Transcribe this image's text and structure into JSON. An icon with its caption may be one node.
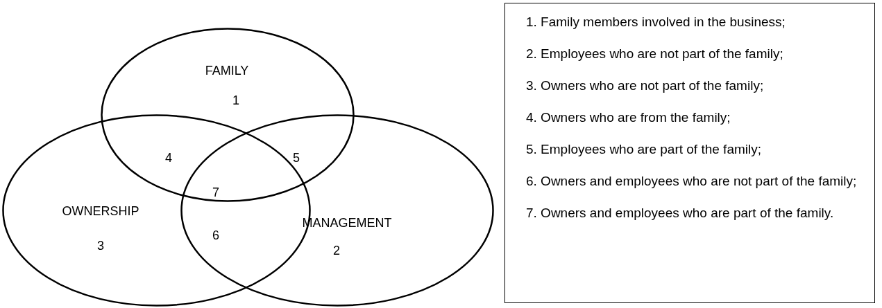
{
  "diagram": {
    "nodes": [
      {
        "text": [
          "FAMILY",
          "1"
        ]
      },
      {
        "text": [
          "OWNERSHIP",
          "3"
        ]
      },
      {
        "text": [
          "MANAGEMENT",
          "2"
        ]
      },
      {
        "text": [
          "1. Family members involved in the business;",
          "2. Employees who are not part of the family;",
          "3. Owners who are not part of the family;",
          "4. Owners who are from the family;",
          "5. Employees who are part of the family;",
          "6. Owners and employees who are not part of the family;",
          "7. Owners and employees who are part of the family."
        ]
      }
    ],
    "edges": [],
    "labels": [
      "4",
      "5",
      "7",
      "6"
    ]
  }
}
